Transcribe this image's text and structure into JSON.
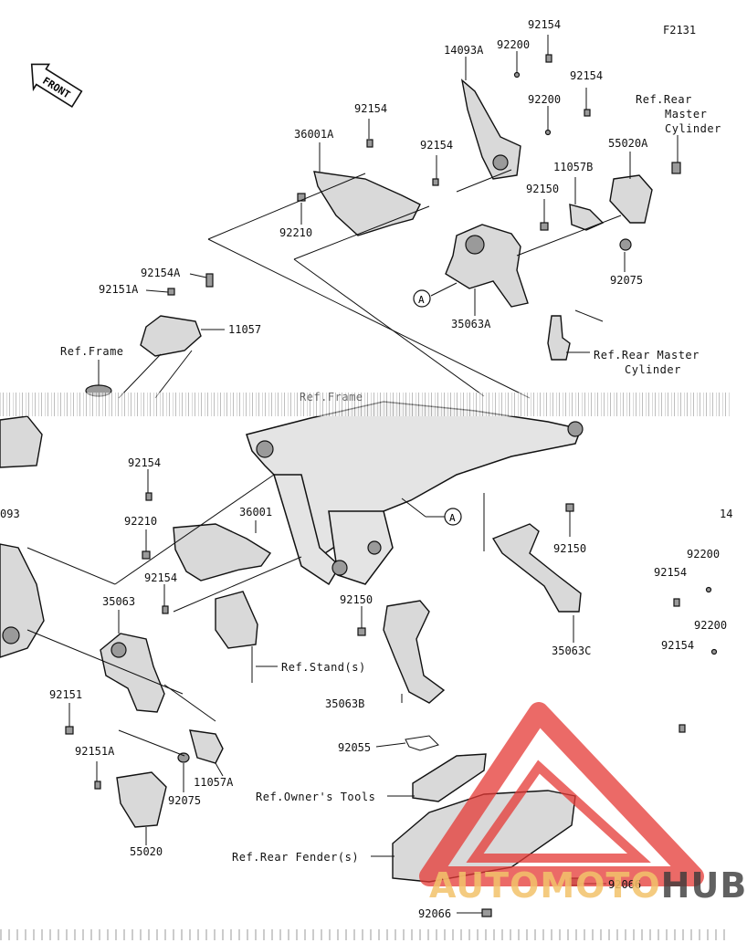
{
  "figure_code": "F2131",
  "front_badge": "FRONT",
  "parts": {
    "p92154_top": "92154",
    "p14093A": "14093A",
    "p92200_top": "92200",
    "p92154_b": "92154",
    "p92200_b": "92200",
    "p92154_c": "92154",
    "p36001A": "36001A",
    "p92154_d": "92154",
    "p92210_a": "92210",
    "p55020A": "55020A",
    "p11057B": "11057B",
    "p92150_a": "92150",
    "p92075_a": "92075",
    "p35063A": "35063A",
    "p92154A": "92154A",
    "p92151A_a": "92151A",
    "p11057": "11057",
    "p92154_e": "92154",
    "p92210_b": "92210",
    "p36001": "36001",
    "p92154_f": "92154",
    "p92150_b": "92150",
    "p35063C": "35063C",
    "p14093_cut": "14093",
    "p92200_c": "92200",
    "p92154_g": "92154",
    "p92200_d": "92200",
    "p92154_h": "92154",
    "p35063": "35063",
    "p92150_c": "92150",
    "p92151": "92151",
    "p35063B": "35063B",
    "p92151A_b": "92151A",
    "p92075_b": "92075",
    "p11057A": "11057A",
    "p55020": "55020",
    "p92055": "92055",
    "p92066_a": "92066",
    "p92066_b": "92066",
    "p093_cut": "093",
    "p14_cut": "14"
  },
  "refs": {
    "rear_master_cyl_1": "Ref.Rear",
    "rear_master_cyl_2": "Master",
    "rear_master_cyl_3": "Cylinder",
    "rear_master_cyl_b1": "Ref.Rear Master",
    "rear_master_cyl_b2": "Cylinder",
    "frame": "Ref.Frame",
    "frame_cut": "Ref.Frame",
    "stand": "Ref.Stand(s)",
    "owners_tools": "Ref.Owner's Tools",
    "rear_fender": "Ref.Rear Fender(s)"
  },
  "callouts": {
    "a1": "A",
    "a2": "A"
  },
  "watermark": {
    "part1": "AUTOMOTO",
    "part2": "HUB",
    "color_triangle": "#e53935",
    "color_text": "#f3c36b"
  }
}
